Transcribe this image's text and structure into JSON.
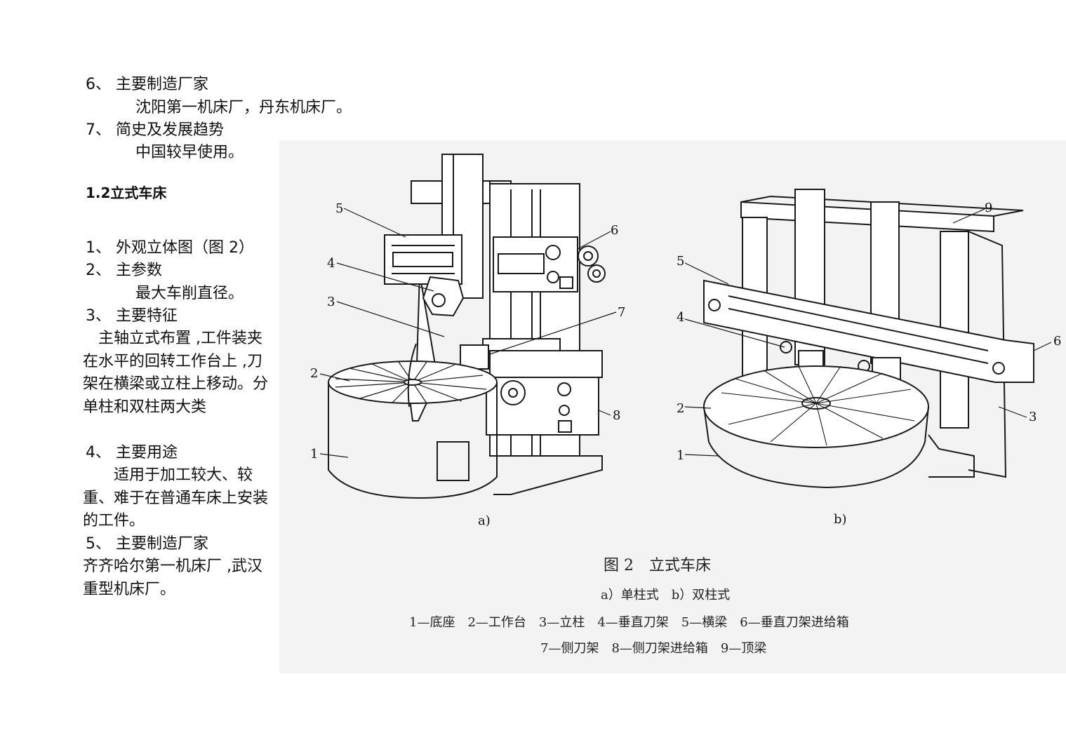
{
  "section6_prev": {
    "heading": "6、 主要制造厂家",
    "content": "沈阳第一机床厂，丹东机床厂。"
  },
  "section7_prev": {
    "heading": "7、 简史及发展趋势",
    "content": "中国较早使用。"
  },
  "section_title": "1.2立式车床",
  "items": {
    "i1": "1、 外观立体图（图 2）",
    "i2": "2、 主参数",
    "i2_content": "最大车削直径。",
    "i3": "3、 主要特征",
    "i3_content": "　主轴立式布置 ,工件装夹在水平的回转工作台上 ,刀架在横梁或立柱上移动。分单柱和双柱两大类",
    "i4": "4、 主要用途",
    "i4_content": "　　适用于加工较大、较重、难于在普通车床上安装的工件。",
    "i5": "5、 主要制造厂家",
    "i5_content": "齐齐哈尔第一机床厂 ,武汉重型机床厂。"
  },
  "figure": {
    "label_a": "a)",
    "label_b": "b)",
    "caption_title": "图 2　立式车床",
    "caption_sub": "a）单柱式　b）双柱式",
    "legend_line1": "1—底座　2—工作台　3—立柱　4—垂直刀架　5—横梁　6—垂直刀架进给箱",
    "legend_line2": "7—侧刀架　8—侧刀架进给箱　9—顶梁",
    "callouts_a": [
      "1",
      "2",
      "3",
      "4",
      "5",
      "6",
      "7",
      "8"
    ],
    "callouts_b": [
      "1",
      "2",
      "3",
      "4",
      "5",
      "6",
      "9"
    ]
  }
}
